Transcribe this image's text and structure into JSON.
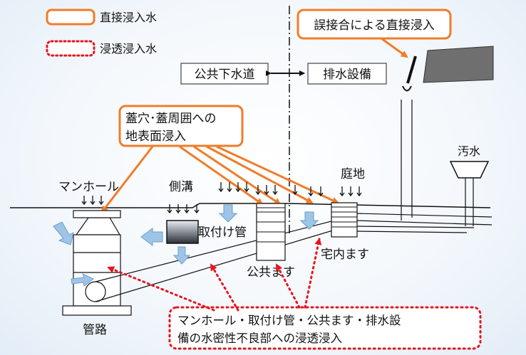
{
  "legend": {
    "direct": "直接浸入水",
    "infiltration": "浸透浸入水"
  },
  "labels": {
    "misconnection": "誤接合による直接浸入",
    "public_sewer": "公共下水道",
    "drainage_facility": "排水設備",
    "lid_line1": "蓋穴･蓋周囲への",
    "lid_line2": "地表面浸入",
    "sewage": "汚水",
    "yard": "庭地",
    "manhole": "マンホール",
    "gutter": "側溝",
    "connection_pipe": "取付け管",
    "house_inlet": "宅内ます",
    "public_inlet": "公共ます",
    "main_pipe": "管路",
    "infil_line1": "マンホール・取付け管・公共ます・排水設",
    "infil_line2": "備の水密性不良部への浸透浸入"
  },
  "colors": {
    "orange": "#f07c2a",
    "red": "#e8141e",
    "arrow_blue": "#9ec5e8"
  }
}
